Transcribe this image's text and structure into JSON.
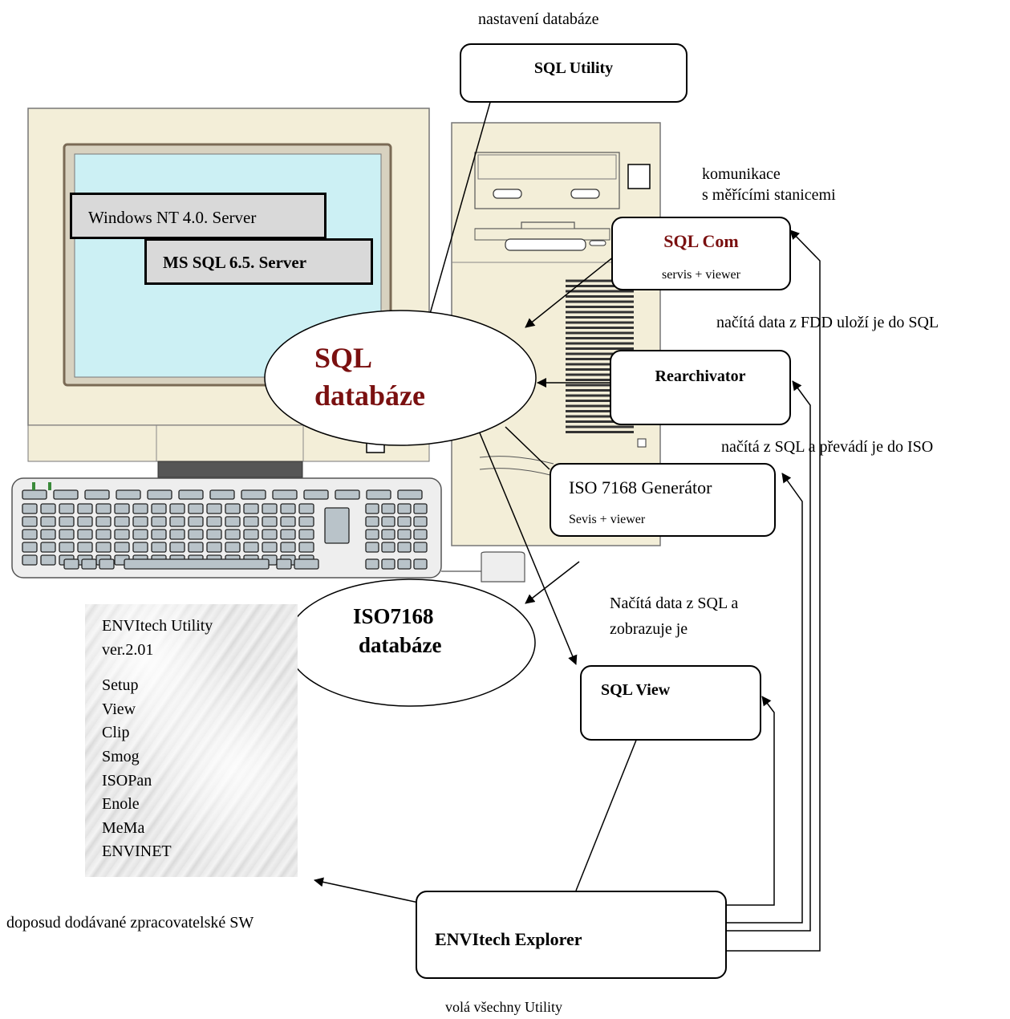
{
  "top_note": "nastavení databáze",
  "sql_utility": "SQL Utility",
  "screen": {
    "os_label": "Windows NT 4.0. Server",
    "db_server_label": "MS SQL 6.5. Server"
  },
  "sql_database": {
    "line1": "SQL",
    "line2": "databáze"
  },
  "iso_database": {
    "line1": "ISO7168",
    "line2": "databáze"
  },
  "communication_note": {
    "line1": "komunikace",
    "line2": "s měřícími stanicemi"
  },
  "sql_com": {
    "title": "SQL Com",
    "subtitle": "servis + viewer"
  },
  "fdd_note": "načítá data z FDD uloží je do SQL",
  "rearchivator": "Rearchivator",
  "iso_note": "načítá z SQL a převádí je do ISO",
  "iso_generator": {
    "title": "ISO 7168 Generátor",
    "subtitle": "Sevis + viewer"
  },
  "view_note": {
    "line1": "Načítá data z SQL a",
    "line2": "zobrazuje je"
  },
  "sql_view": "SQL View",
  "utility_panel": {
    "title1": "ENVItech Utility",
    "title2": "ver.2.01",
    "items": [
      "Setup",
      "View",
      "Clip",
      "Smog",
      "ISOPan",
      "Enole",
      "MeMa",
      "ENVINET"
    ]
  },
  "legacy_note": "doposud dodávané zpracovatelské  SW",
  "explorer": "ENVItech Explorer",
  "bottom_note": "volá všechny Utility",
  "colors": {
    "accent": "#7a1010"
  }
}
